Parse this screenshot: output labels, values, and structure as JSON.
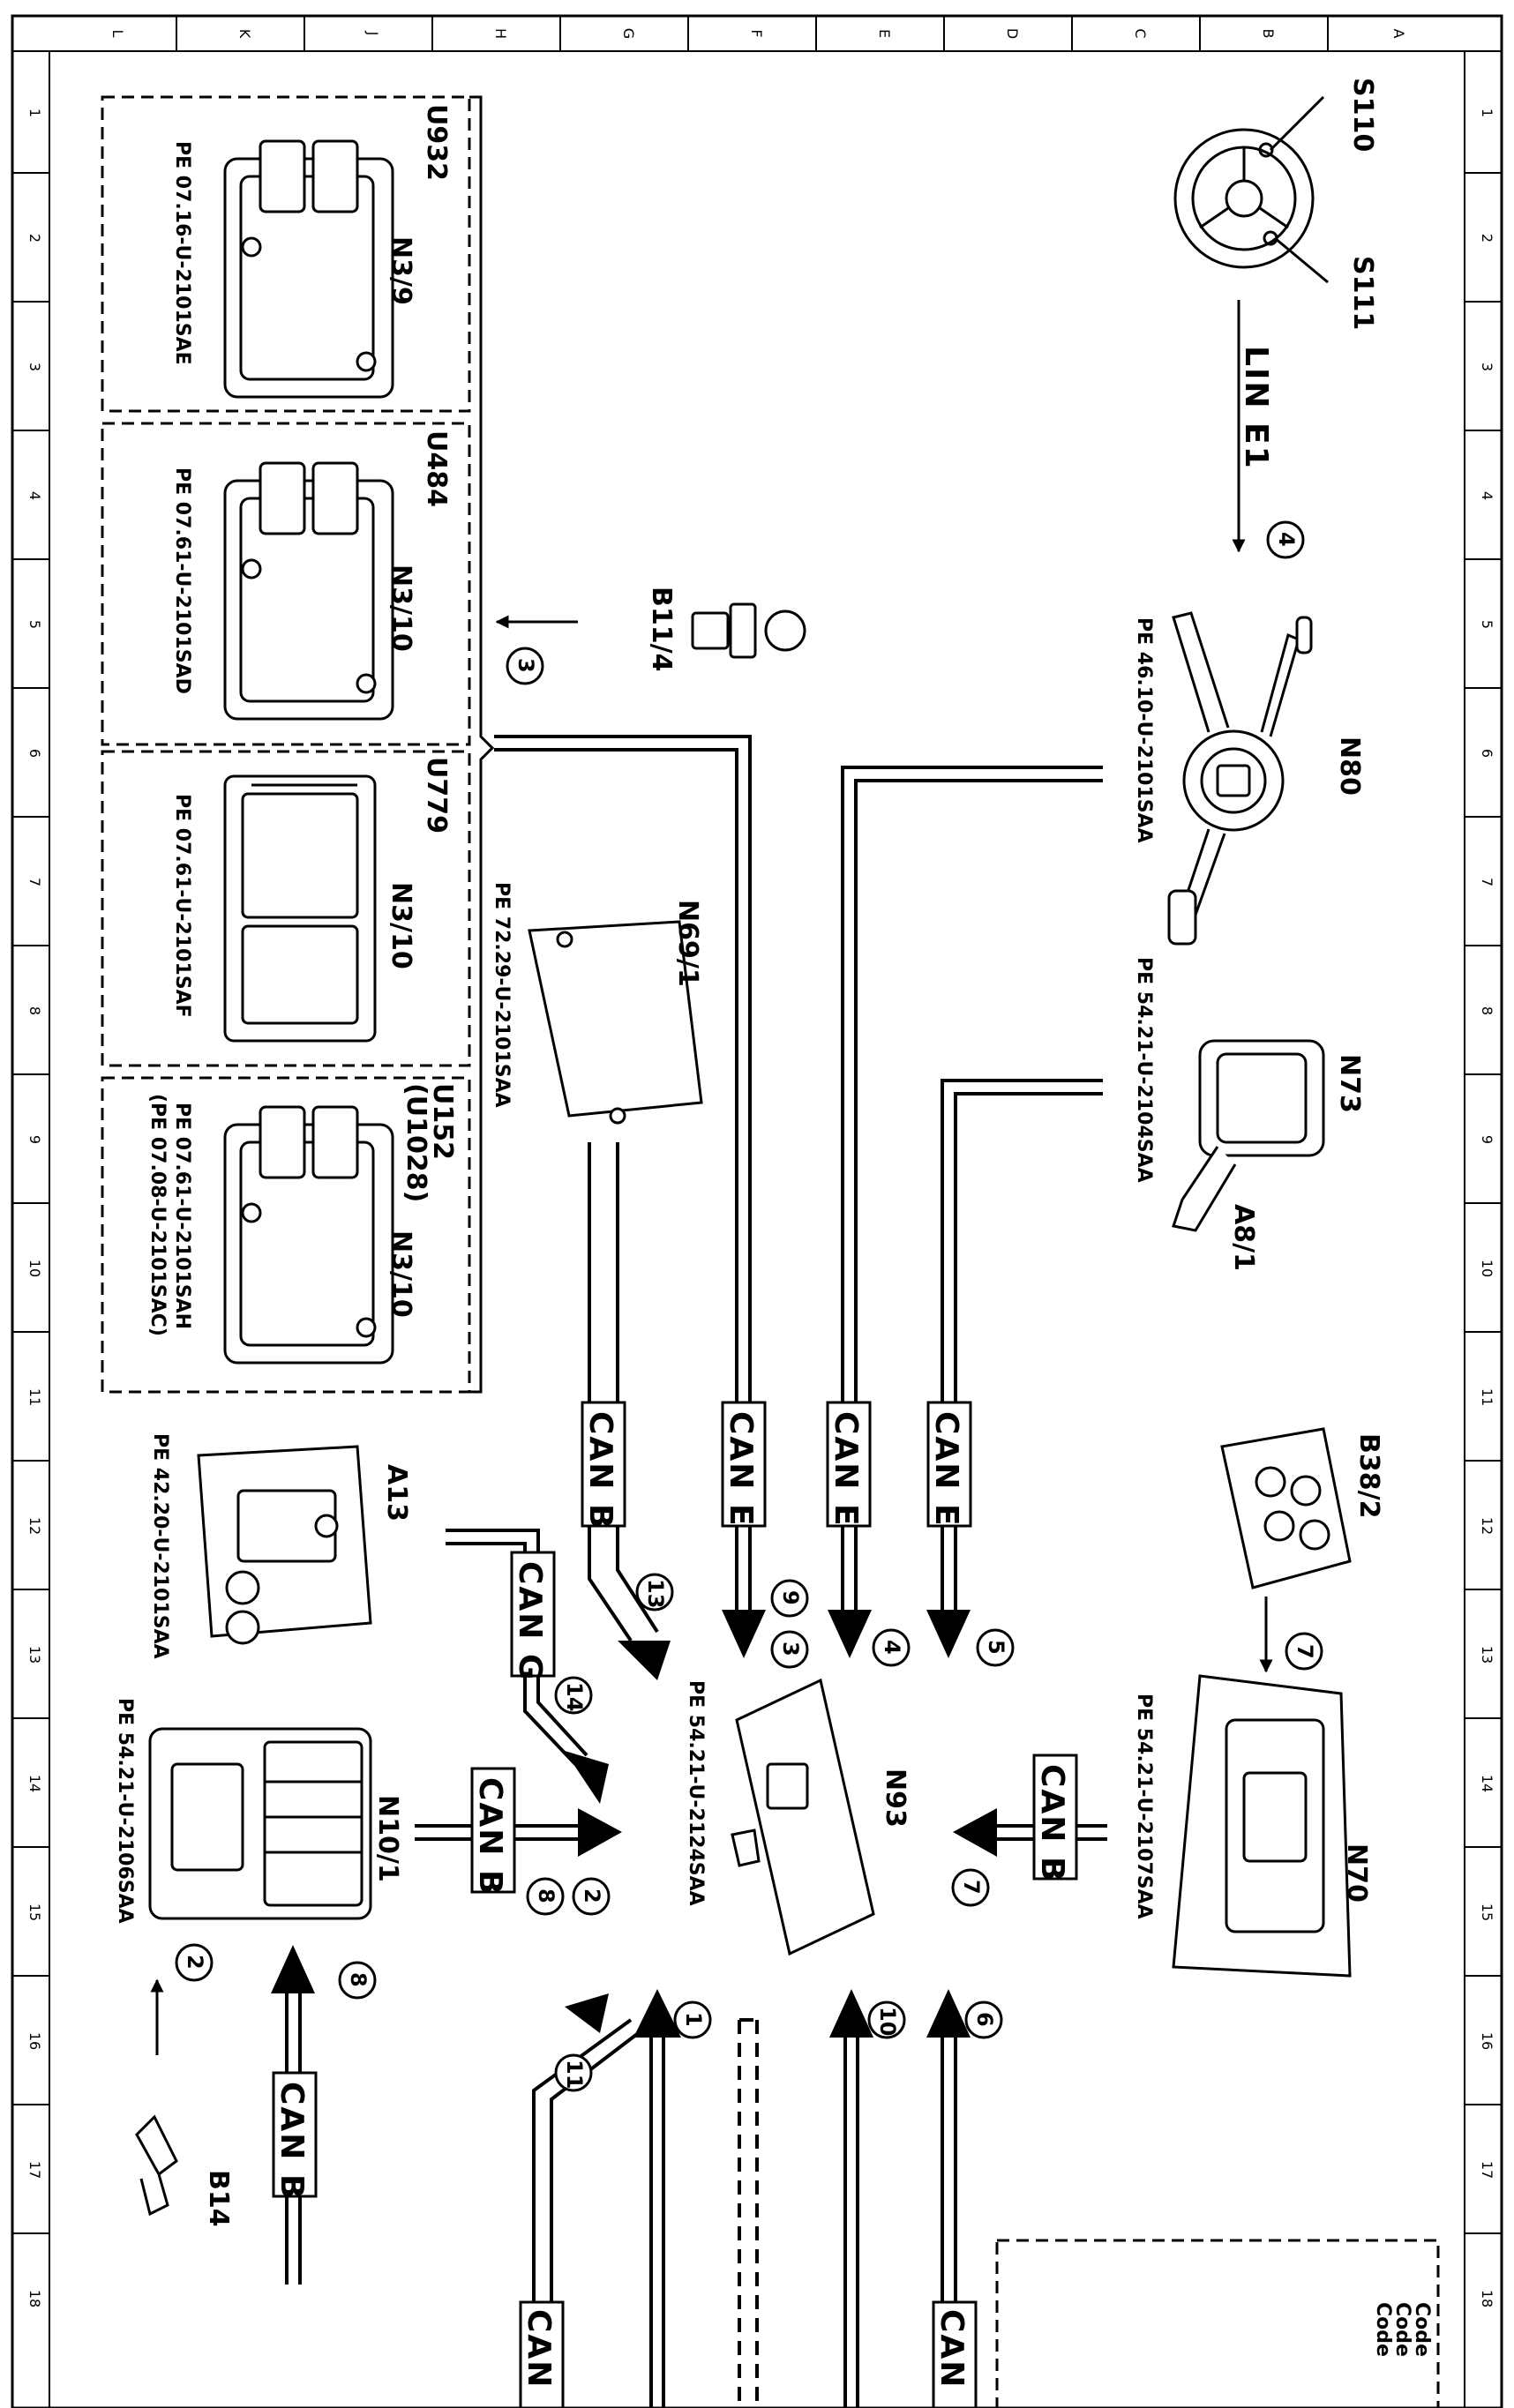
{
  "grid": {
    "cols": [
      "L",
      "K",
      "J",
      "H",
      "G",
      "F",
      "E",
      "D",
      "C",
      "B",
      "A"
    ],
    "rows": [
      "1",
      "2",
      "3",
      "4",
      "5",
      "6",
      "7",
      "8",
      "9",
      "10",
      "11",
      "12",
      "13",
      "14",
      "15",
      "16",
      "17",
      "18"
    ]
  },
  "components": {
    "S110": "S110",
    "S111": "S111",
    "N80": "N80",
    "N73": "N73",
    "A8_1": "A8/1",
    "B38_2": "B38/2",
    "N70": "N70",
    "N93": "N93",
    "N69_1": "N69/1",
    "B11_4": "B11/4",
    "U932": "U932",
    "N3_9": "N3/9",
    "U484": "U484",
    "N3_10a": "N3/10",
    "U779": "U779",
    "N3_10b": "N3/10",
    "U152": "U152",
    "U1028": "(U1028)",
    "N3_10c": "N3/10",
    "A13": "A13",
    "N10_1": "N10/1",
    "B14": "B14"
  },
  "references": {
    "N80": "PE 46.10-U-2101SAA",
    "N73": "PE 54.21-U-2104SAA",
    "N70": "PE 54.21-U-2107SAA",
    "N93": "PE 54.21-U-2124SAA",
    "N69_1": "PE 72.29-U-2101SAA",
    "U932": "PE 07.16-U-2101SAE",
    "U484": "PE 07.61-U-2101SAD",
    "U779": "PE 07.61-U-2101SAF",
    "U152a": "PE 07.61-U-2101SAH",
    "U152b": "(PE 07.08-U-2101SAC)",
    "A13": "PE 42.20-U-2101SAA",
    "N10_1": "PE 54.21-U-2106SAA"
  },
  "buses": {
    "lin": "LIN E1",
    "can_e": "CAN E",
    "can_b": "CAN B",
    "can_g": "CAN G",
    "can": "CAN"
  },
  "numbers": {
    "n1": "1",
    "n2": "2",
    "n3": "3",
    "n4": "4",
    "n5": "5",
    "n6": "6",
    "n7": "7",
    "n8": "8",
    "n9": "9",
    "n10": "10",
    "n11": "11",
    "n13": "13",
    "n14": "14"
  },
  "legend": {
    "code": "Code"
  }
}
